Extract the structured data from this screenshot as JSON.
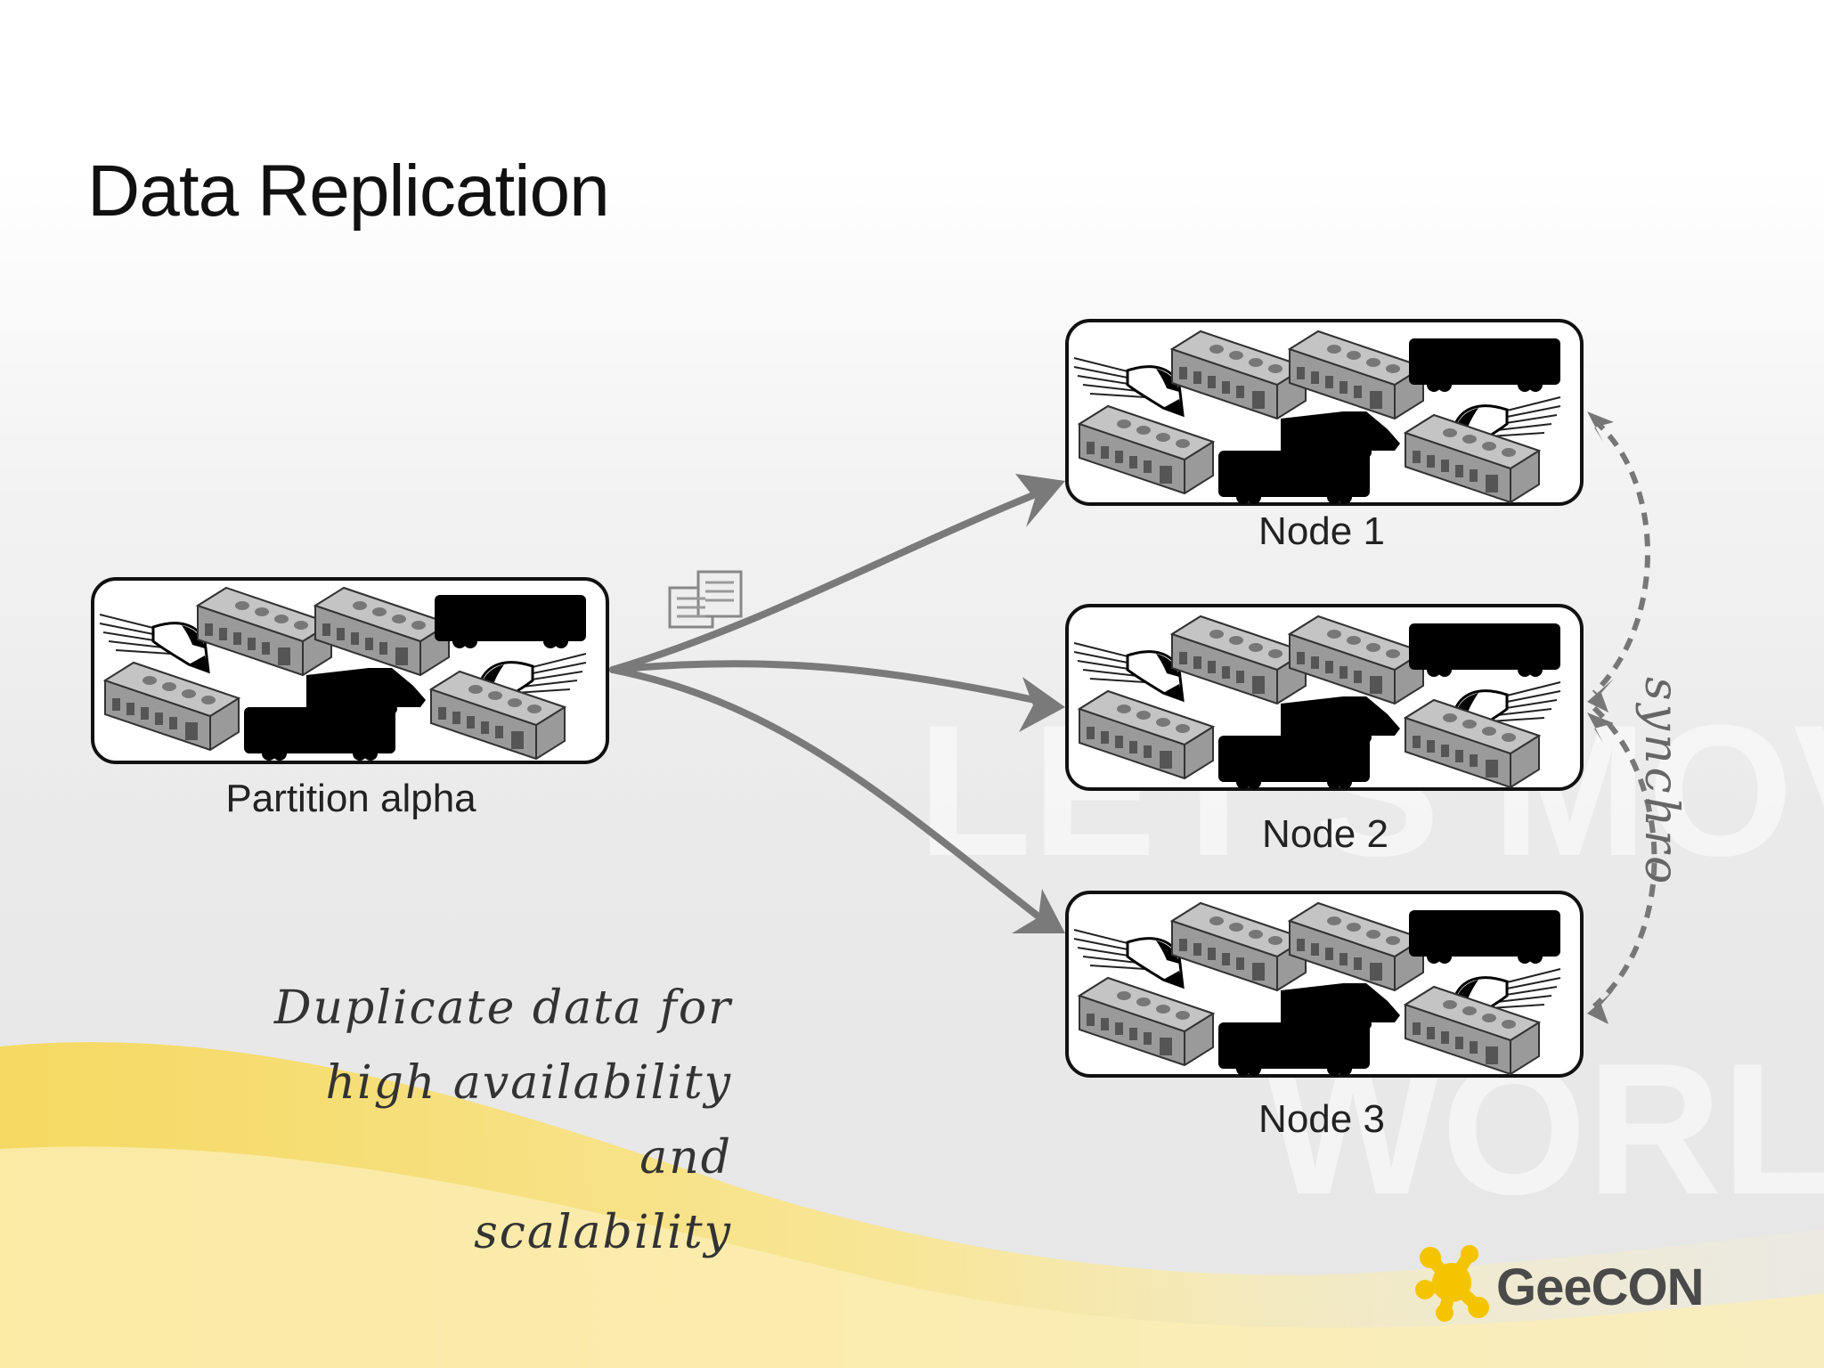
{
  "title": "Data Replication",
  "source": {
    "label": "Partition alpha"
  },
  "nodes": [
    {
      "label": "Node 1"
    },
    {
      "label": "Node 2"
    },
    {
      "label": "Node 3"
    }
  ],
  "note_lines": [
    "Duplicate data for",
    "high availability and",
    "scalability"
  ],
  "sync_label": "synchro",
  "logo": {
    "text": "GeeCON",
    "icon": "geecon-splat-icon",
    "color": "#f5c400"
  },
  "icons": [
    "bullet-train-icon",
    "rail-car-icon",
    "bus-silhouette-icon",
    "locomotive-silhouette-icon",
    "document-copy-icon"
  ],
  "colors": {
    "accent": "#f5c400",
    "arrow": "#777777",
    "box_border": "#111111"
  }
}
